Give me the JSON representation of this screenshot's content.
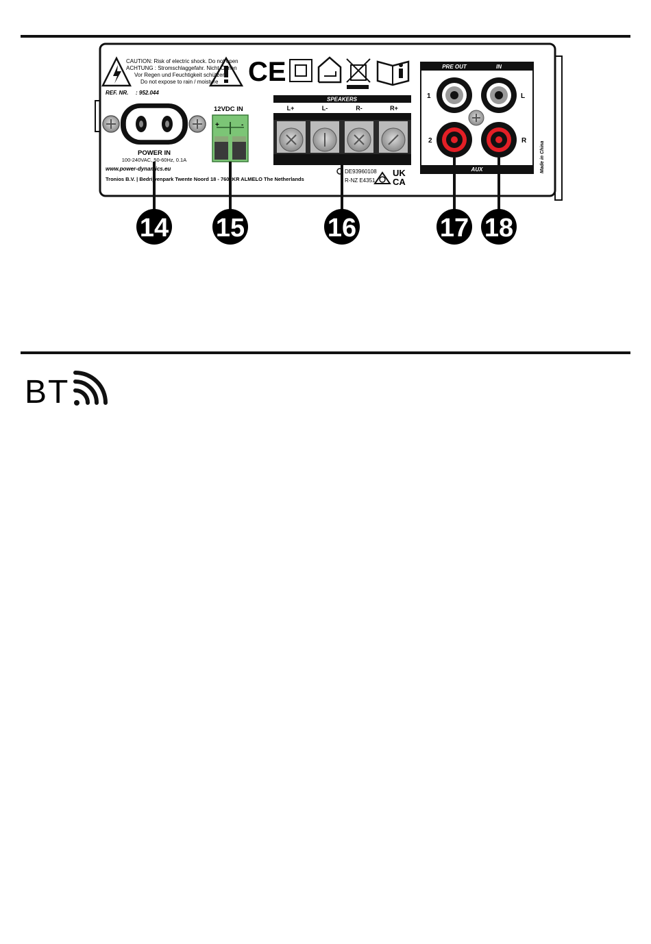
{
  "warnings": {
    "line1": "CAUTION: Risk of electric shock. Do not open",
    "line2": "ACHTUNG : Stromschlaggefahr. Nicht Öffnen",
    "line3": "Vor Regen und Feuchtigkeit schützen",
    "line4": "Do not expose to rain / moisture"
  },
  "ref": {
    "label": "REF. NR.",
    "value": ": 952.044"
  },
  "power": {
    "title": "POWER IN",
    "spec": "100-240VAC, 50-60Hz, 0.1A"
  },
  "website": "www.power-dynamics.eu",
  "address": "Tronios B.V. | Bedrijvenpark Twente Noord 18 - 7602KR ALMELO The Netherlands",
  "dc_in": {
    "title": "12VDC IN",
    "plus": "+",
    "minus": "-"
  },
  "speakers": {
    "title": "SPEAKERS",
    "terminals": [
      "L+",
      "L-",
      "R-",
      "R+"
    ]
  },
  "compliance": {
    "code1": "DE93960108",
    "code2": "R-NZ E4351",
    "ukca_top": "UK",
    "ukca_bottom": "CA",
    "ce": "CE"
  },
  "rca": {
    "pre_out": "PRE OUT",
    "in": "IN",
    "aux": "AUX",
    "row1": "1",
    "row2": "2",
    "left": "L",
    "right": "R"
  },
  "made_in": "Made in China",
  "callouts": [
    "14",
    "15",
    "16",
    "17",
    "18"
  ],
  "bt_section": {
    "text": "BT"
  },
  "colors": {
    "rca_red": "#e41f26",
    "terminal_green": "#7cc576",
    "panel_bg": "#ffffff",
    "rule": "#111111"
  }
}
